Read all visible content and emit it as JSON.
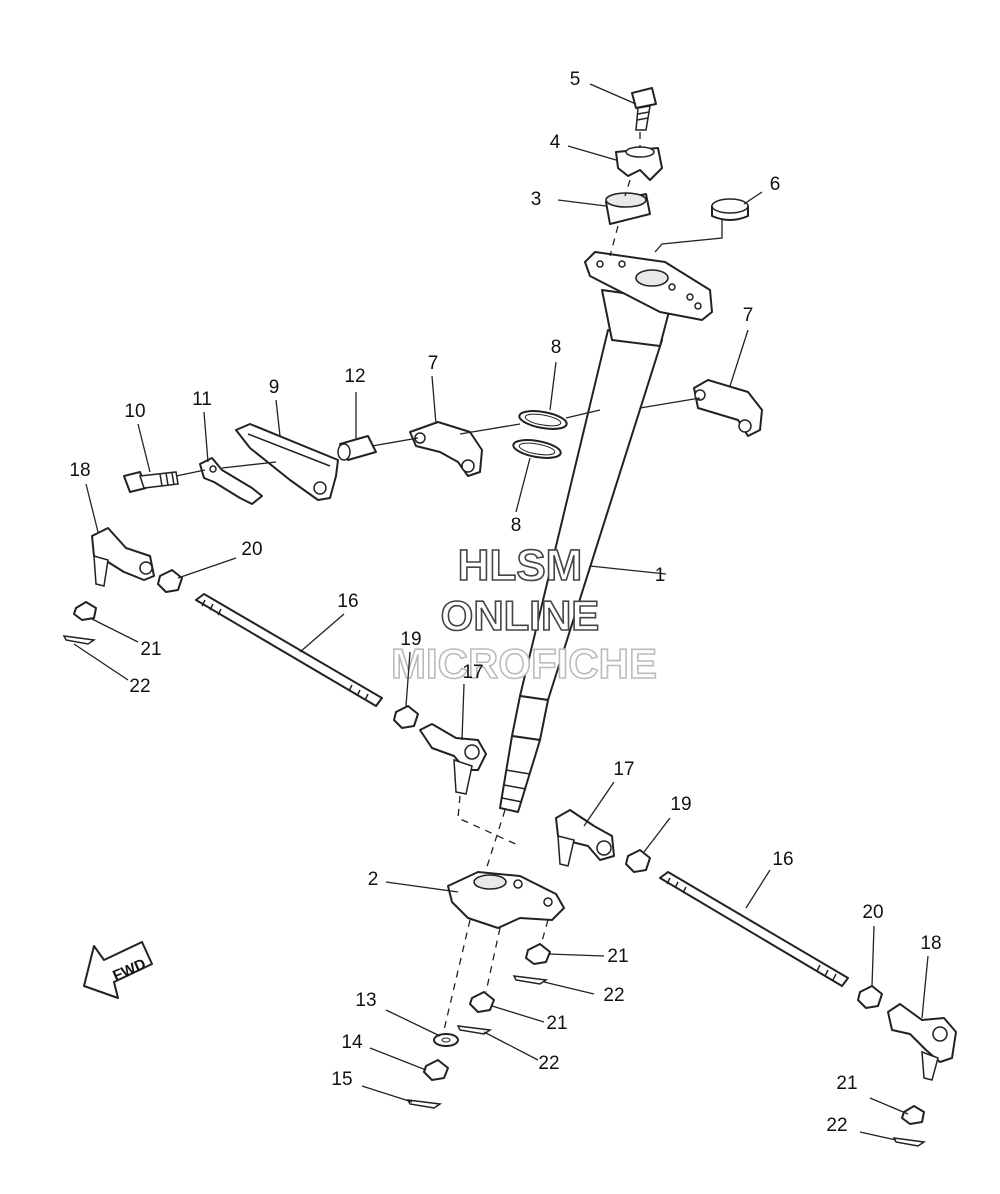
{
  "watermark": {
    "line1": "HLSM",
    "line2": "ONLINE",
    "line3": "MICROFICHE"
  },
  "direction_label": "FWD",
  "callouts": [
    {
      "id": "c1",
      "text": "1"
    },
    {
      "id": "c2",
      "text": "2"
    },
    {
      "id": "c3",
      "text": "3"
    },
    {
      "id": "c4",
      "text": "4"
    },
    {
      "id": "c5",
      "text": "5"
    },
    {
      "id": "c6",
      "text": "6"
    },
    {
      "id": "c7a",
      "text": "7"
    },
    {
      "id": "c7b",
      "text": "7"
    },
    {
      "id": "c8a",
      "text": "8"
    },
    {
      "id": "c8b",
      "text": "8"
    },
    {
      "id": "c9",
      "text": "9"
    },
    {
      "id": "c10",
      "text": "10"
    },
    {
      "id": "c11",
      "text": "11"
    },
    {
      "id": "c12",
      "text": "12"
    },
    {
      "id": "c13",
      "text": "13"
    },
    {
      "id": "c14",
      "text": "14"
    },
    {
      "id": "c15",
      "text": "15"
    },
    {
      "id": "c16a",
      "text": "16"
    },
    {
      "id": "c16b",
      "text": "16"
    },
    {
      "id": "c17a",
      "text": "17"
    },
    {
      "id": "c17b",
      "text": "17"
    },
    {
      "id": "c18a",
      "text": "18"
    },
    {
      "id": "c18b",
      "text": "18"
    },
    {
      "id": "c19a",
      "text": "19"
    },
    {
      "id": "c19b",
      "text": "19"
    },
    {
      "id": "c20a",
      "text": "20"
    },
    {
      "id": "c20b",
      "text": "20"
    },
    {
      "id": "c21a",
      "text": "21"
    },
    {
      "id": "c21b",
      "text": "21"
    },
    {
      "id": "c21c",
      "text": "21"
    },
    {
      "id": "c21d",
      "text": "21"
    },
    {
      "id": "c22a",
      "text": "22"
    },
    {
      "id": "c22b",
      "text": "22"
    },
    {
      "id": "c22c",
      "text": "22"
    },
    {
      "id": "c22d",
      "text": "22"
    }
  ]
}
